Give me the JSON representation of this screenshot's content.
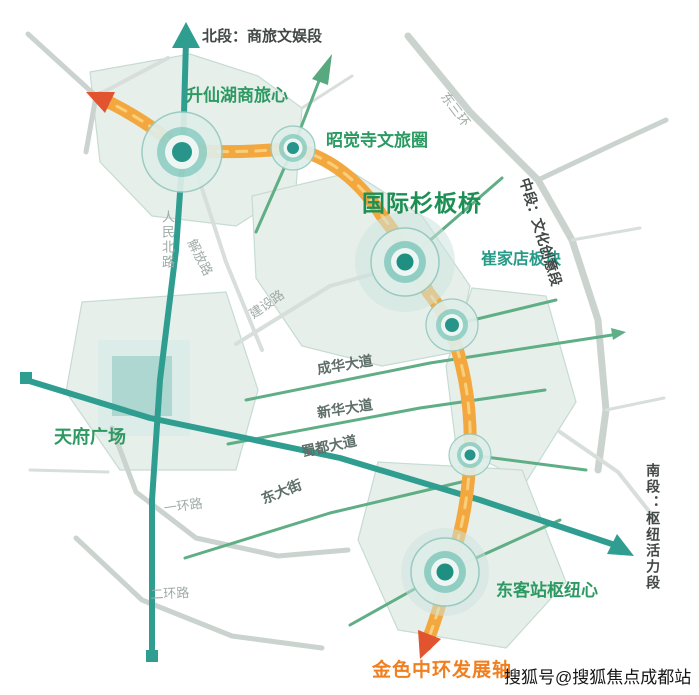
{
  "colors": {
    "golden_axis_orange": "#F3A83F",
    "axis_arrow_red": "#E2532F",
    "teal_axis": "#2F9E90",
    "green_axis": "#5FAE85",
    "node_core_teal": "#27958A",
    "label_green": "#2C9A62",
    "district_fill": "#E7EFEA",
    "road_gray": "#CBD3CF"
  },
  "labels": {
    "north_segment": "北段：商旅文娱段",
    "shengxianhu": "升仙湖商旅心",
    "zhaojuesi": "昭觉寺文旅圈",
    "shanbanqiao": "国际杉板桥",
    "cuijiadian": "崔家店板块",
    "mid_segment": "中段：文化创意段",
    "dongsanhuan": "东三环",
    "renminbeilu": "人民北路",
    "jiefanglu": "解放路",
    "jianshelu": "建设路",
    "chenghua_avenue": "成华大道",
    "xinhua_avenue": "新华大道",
    "shudu_avenue": "蜀都大道",
    "dongdajie": "东大街",
    "yihuanlu": "一环路",
    "erhuanlu": "二环路",
    "tianfu_square": "天府广场",
    "dongkezhan": "东客站枢纽心",
    "south_segment": "南段：枢纽活力段",
    "golden_axis": "金色中环发展轴",
    "watermark": "搜狐号@搜狐焦点成都站"
  }
}
